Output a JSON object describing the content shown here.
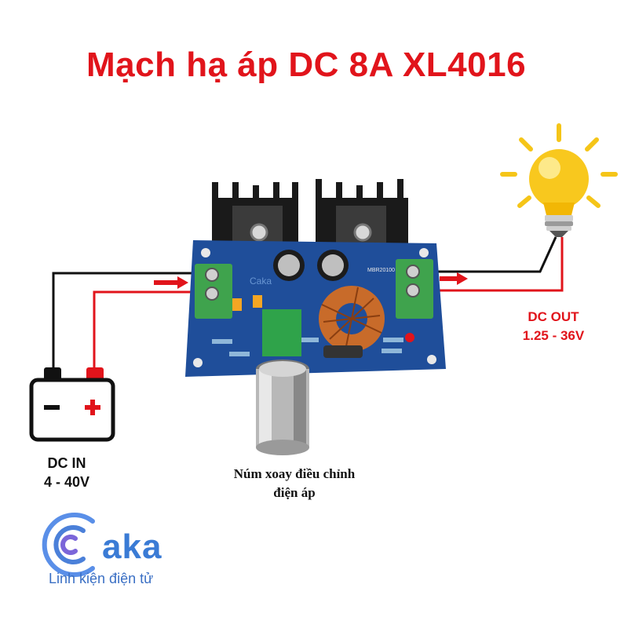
{
  "title": "Mạch hạ áp DC 8A XL4016",
  "input": {
    "label": "DC IN",
    "range": "4 - 40V",
    "minus_symbol": "−",
    "plus_symbol": "+"
  },
  "output": {
    "label": "DC OUT",
    "range": "1.25 - 36V"
  },
  "knob_caption": {
    "line1": "Núm xoay điều chỉnh",
    "line2": "điện áp"
  },
  "board": {
    "chip_marking": "MBR20100",
    "watermark": "Caka"
  },
  "logo": {
    "brand": "aka",
    "tagline": "Linh kiện điện tử"
  },
  "colors": {
    "title": "#e1141b",
    "wire_red": "#e1141b",
    "wire_black": "#111111",
    "board_blue": "#1f4e9a",
    "terminal_green": "#3fa34d",
    "brand_blue": "#3a7bd5"
  },
  "icons": [
    "battery-icon",
    "light-bulb-icon",
    "arrow-right-icon",
    "potentiometer-knob-icon",
    "caka-logo-icon"
  ]
}
